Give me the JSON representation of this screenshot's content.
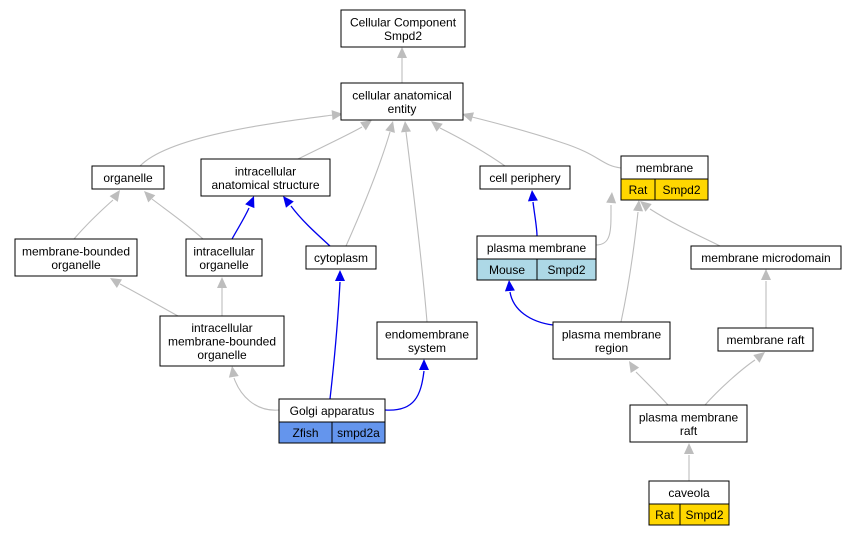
{
  "colors": {
    "rat": "#FFD700",
    "mouse": "#ADD8E6",
    "zfish": "#6495ED",
    "gray_edge": "#BDBDBD",
    "blue_edge": "#0000EE"
  },
  "nodes": {
    "root": {
      "lines": [
        "Cellular Component",
        "Smpd2"
      ]
    },
    "cae": {
      "lines": [
        "cellular anatomical",
        "entity"
      ]
    },
    "organelle": {
      "lines": [
        "organelle"
      ]
    },
    "ias": {
      "lines": [
        "intracellular",
        "anatomical structure"
      ]
    },
    "cellperiph": {
      "lines": [
        "cell periphery"
      ]
    },
    "membrane": {
      "lines": [
        "membrane"
      ],
      "species": "Rat",
      "gene": "Smpd2"
    },
    "mbo": {
      "lines": [
        "membrane-bounded",
        "organelle"
      ]
    },
    "io": {
      "lines": [
        "intracellular",
        "organelle"
      ]
    },
    "cytoplasm": {
      "lines": [
        "cytoplasm"
      ]
    },
    "plasmamem": {
      "lines": [
        "plasma membrane"
      ],
      "species": "Mouse",
      "gene": "Smpd2"
    },
    "memmicro": {
      "lines": [
        "membrane microdomain"
      ]
    },
    "imbo": {
      "lines": [
        "intracellular",
        "membrane-bounded",
        "organelle"
      ]
    },
    "endomem": {
      "lines": [
        "endomembrane",
        "system"
      ]
    },
    "pmregion": {
      "lines": [
        "plasma membrane",
        "region"
      ]
    },
    "memraft": {
      "lines": [
        "membrane raft"
      ]
    },
    "golgi": {
      "lines": [
        "Golgi apparatus"
      ],
      "species": "Zfish",
      "gene": "smpd2a"
    },
    "pmraft": {
      "lines": [
        "plasma membrane",
        "raft"
      ]
    },
    "caveola": {
      "lines": [
        "caveola"
      ],
      "species": "Rat",
      "gene": "Smpd2"
    }
  },
  "edges": [
    {
      "from": "cae",
      "to": "root",
      "type": "is_a"
    },
    {
      "from": "organelle",
      "to": "cae",
      "type": "is_a"
    },
    {
      "from": "ias",
      "to": "cae",
      "type": "is_a"
    },
    {
      "from": "cytoplasm",
      "to": "cae",
      "type": "is_a"
    },
    {
      "from": "endomem",
      "to": "cae",
      "type": "is_a"
    },
    {
      "from": "cellperiph",
      "to": "cae",
      "type": "is_a"
    },
    {
      "from": "membrane",
      "to": "cae",
      "type": "is_a"
    },
    {
      "from": "mbo",
      "to": "organelle",
      "type": "is_a"
    },
    {
      "from": "io",
      "to": "organelle",
      "type": "is_a"
    },
    {
      "from": "io",
      "to": "ias",
      "type": "part_of"
    },
    {
      "from": "cytoplasm",
      "to": "ias",
      "type": "part_of"
    },
    {
      "from": "plasmamem",
      "to": "cellperiph",
      "type": "part_of"
    },
    {
      "from": "plasmamem",
      "to": "membrane",
      "type": "is_a"
    },
    {
      "from": "memmicro",
      "to": "membrane",
      "type": "is_a"
    },
    {
      "from": "pmregion",
      "to": "membrane",
      "type": "is_a"
    },
    {
      "from": "imbo",
      "to": "mbo",
      "type": "is_a"
    },
    {
      "from": "imbo",
      "to": "io",
      "type": "is_a"
    },
    {
      "from": "golgi",
      "to": "imbo",
      "type": "is_a"
    },
    {
      "from": "golgi",
      "to": "cytoplasm",
      "type": "part_of"
    },
    {
      "from": "golgi",
      "to": "endomem",
      "type": "part_of"
    },
    {
      "from": "pmregion",
      "to": "plasmamem",
      "type": "part_of"
    },
    {
      "from": "memraft",
      "to": "memmicro",
      "type": "is_a"
    },
    {
      "from": "pmraft",
      "to": "pmregion",
      "type": "is_a"
    },
    {
      "from": "pmraft",
      "to": "memraft",
      "type": "is_a"
    },
    {
      "from": "caveola",
      "to": "pmraft",
      "type": "is_a"
    }
  ]
}
